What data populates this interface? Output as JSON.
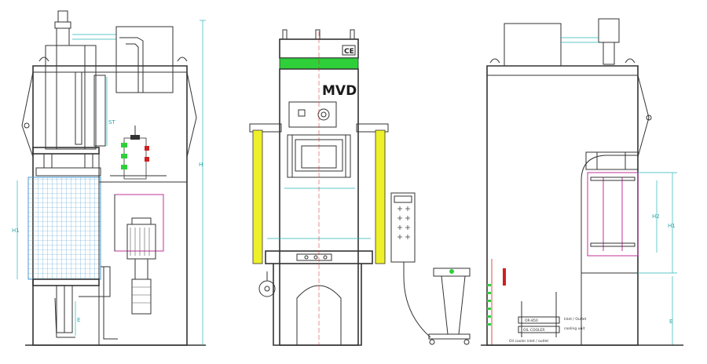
{
  "drawing": {
    "brand_label": "MVD",
    "ce_mark": "CE",
    "colors": {
      "line": "#333333",
      "dimension": "#27b5b5",
      "green_band": "#2fcf3a",
      "guard_yellow": "#eef02a",
      "pink_outline": "#c0309a",
      "red_detail": "#d02020"
    },
    "dimension_labels": {
      "left_stroke": "ST",
      "left_height": "H",
      "left_lower": "H1",
      "left_bottom": "E",
      "right_h2": "H2",
      "right_h1": "H1",
      "right_e": "E"
    },
    "unit_labels": {
      "gauge_top": "OR-850",
      "gauge_bottom": "OIL COOLER",
      "note_top": "Inlet / Outlet",
      "note_bottom": "cooling unit",
      "footer_note": "Oil cooler inlet / outlet"
    }
  }
}
